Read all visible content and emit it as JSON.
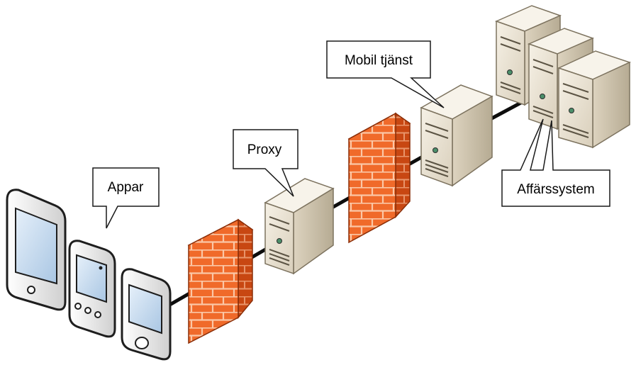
{
  "labels": {
    "apps": "Appar",
    "proxy": "Proxy",
    "mobile_service": "Mobil tjänst",
    "business_system": "Affärssystem"
  },
  "colors": {
    "link": "#0d0d0d",
    "firewall_front": "#f06a2a",
    "firewall_side": "#c84712",
    "firewall_mortar": "#fbc7a6",
    "server_front": "#ece5d6",
    "server_side": "#c9bfa8",
    "server_top": "#f7f3ea",
    "device_body": "#f1f1f1",
    "device_screen": "#c9def0",
    "outline": "#1e1e1e"
  },
  "icons": [
    "tablet-icon",
    "phone-icon",
    "firewall-icon",
    "server-icon"
  ]
}
